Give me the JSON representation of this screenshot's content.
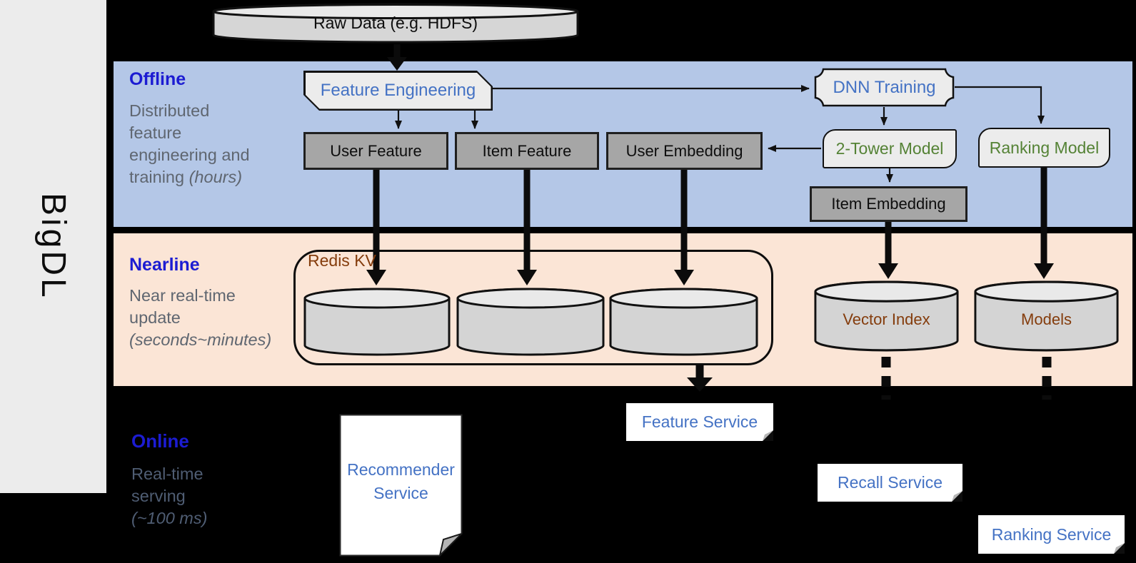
{
  "colors": {
    "background": "#000000",
    "offline_band": "#B4C7E7",
    "nearline_band": "#FBE5D6",
    "title_blue": "#1C1CD2",
    "desc_gray": "#5F6670",
    "process_text_blue": "#4472C4",
    "model_text_green": "#548235",
    "storage_text_brown": "#843C0C",
    "gray_box_fill": "#A6A6A6",
    "light_box_fill": "#ECECEC",
    "cylinder_fill": "#D4D4D4",
    "service_fill": "#FFFFFF",
    "sidebar_fill": "#ECECEC"
  },
  "sidebar": {
    "label": "BigDL"
  },
  "source": {
    "label": "Raw Data (e.g. HDFS)"
  },
  "bands": {
    "offline": {
      "title": "Offline",
      "desc": "Distributed feature engineering and training",
      "note": "(hours)"
    },
    "nearline": {
      "title": "Nearline",
      "desc": "Near real-time update",
      "note": "(seconds~minutes)"
    },
    "online": {
      "title": "Online",
      "desc": "Real-time serving",
      "note": "(~100 ms)"
    }
  },
  "offline_nodes": {
    "feature_engineering": "Feature Engineering",
    "dnn_training": "DNN Training",
    "user_feature": "User Feature",
    "item_feature": "Item Feature",
    "user_embedding": "User Embedding",
    "two_tower_model": "2-Tower Model",
    "ranking_model": "Ranking Model",
    "item_embedding": "Item Embedding"
  },
  "nearline_nodes": {
    "redis_kv": "Redis KV",
    "vector_index": "Vector Index",
    "models": "Models"
  },
  "online_nodes": {
    "recommender_service": "Recommender Service",
    "feature_service": "Feature Service",
    "recall_service": "Recall Service",
    "ranking_service": "Ranking Service"
  }
}
